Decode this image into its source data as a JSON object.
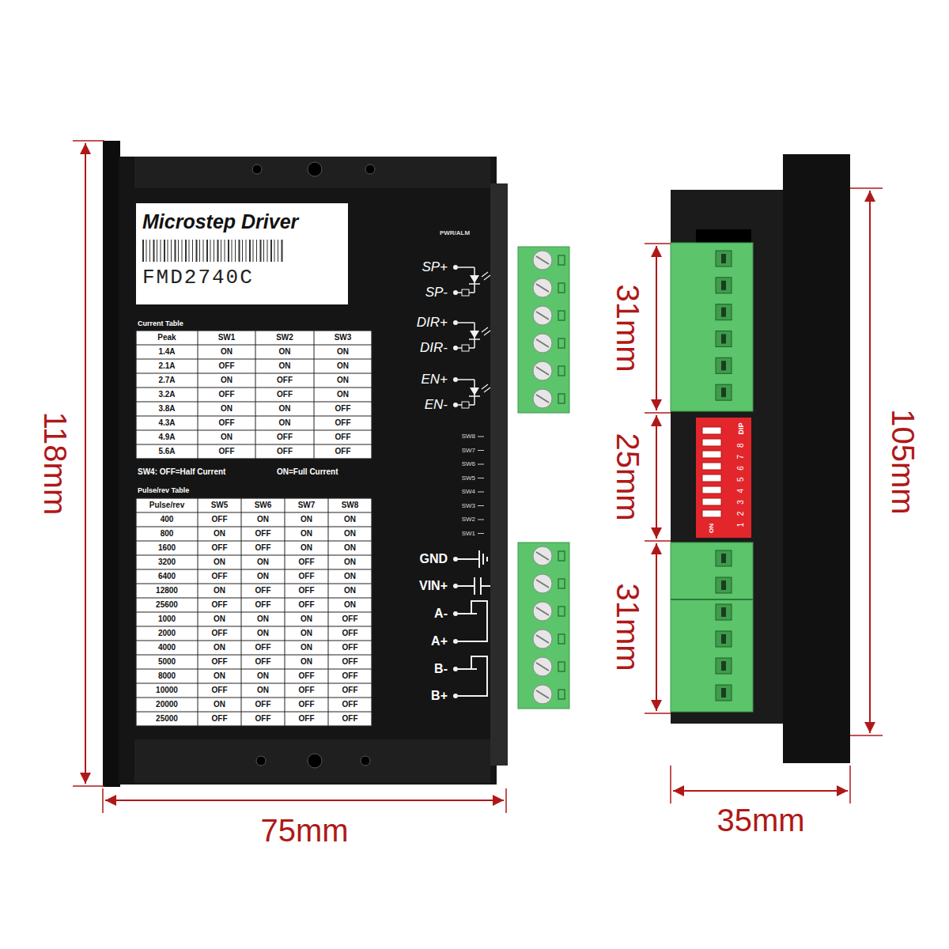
{
  "diagram": {
    "nodes": [
      {
        "text": [
          "Microstep Driver",
          "FMD2740C"
        ]
      }
    ],
    "labels": [
      "PWR/ALM",
      "SP+",
      "SP-",
      "DIR+",
      "DIR-",
      "EN+",
      "EN-",
      "Current Table",
      "Peak",
      "SW1",
      "SW2",
      "SW3",
      "1.4A",
      "ON",
      "ON",
      "ON",
      "2.1A",
      "OFF",
      "ON",
      "ON",
      "2.7A",
      "ON",
      "OFF",
      "ON",
      "3.2A",
      "OFF",
      "OFF",
      "ON",
      "3.8A",
      "ON",
      "ON",
      "OFF",
      "4.3A",
      "OFF",
      "ON",
      "OFF",
      "4.9A",
      "ON",
      "OFF",
      "OFF",
      "5.6A",
      "OFF",
      "OFF",
      "OFF",
      "SW4: OFF=Half Current",
      "ON=Full Current",
      "Pulse/rev Table",
      "Pulse/rev",
      "SW5",
      "SW6",
      "SW7",
      "SW8",
      "400",
      "OFF",
      "ON",
      "ON",
      "ON",
      "800",
      "ON",
      "OFF",
      "ON",
      "ON",
      "1600",
      "OFF",
      "OFF",
      "ON",
      "ON",
      "3200",
      "ON",
      "ON",
      "OFF",
      "ON",
      "6400",
      "OFF",
      "ON",
      "OFF",
      "ON",
      "12800",
      "ON",
      "OFF",
      "OFF",
      "ON",
      "25600",
      "OFF",
      "OFF",
      "OFF",
      "ON",
      "1000",
      "ON",
      "ON",
      "ON",
      "OFF",
      "2000",
      "OFF",
      "ON",
      "ON",
      "OFF",
      "4000",
      "ON",
      "OFF",
      "ON",
      "OFF",
      "5000",
      "OFF",
      "OFF",
      "ON",
      "OFF",
      "8000",
      "ON",
      "ON",
      "OFF",
      "OFF",
      "10000",
      "OFF",
      "ON",
      "OFF",
      "OFF",
      "20000",
      "ON",
      "OFF",
      "OFF",
      "OFF",
      "25000",
      "OFF",
      "OFF",
      "OFF",
      "OFF",
      "SW8",
      "SW7",
      "SW6",
      "SW5",
      "SW4",
      "SW3",
      "SW2",
      "SW1",
      "GND",
      "VIN+",
      "A-",
      "A+",
      "B-",
      "B+",
      "DIP",
      "1 2 3 4 5 6 7 8",
      "ON",
      "118mm",
      "75mm",
      "31mm",
      "25mm",
      "31mm",
      "105mm",
      "35mm"
    ]
  }
}
